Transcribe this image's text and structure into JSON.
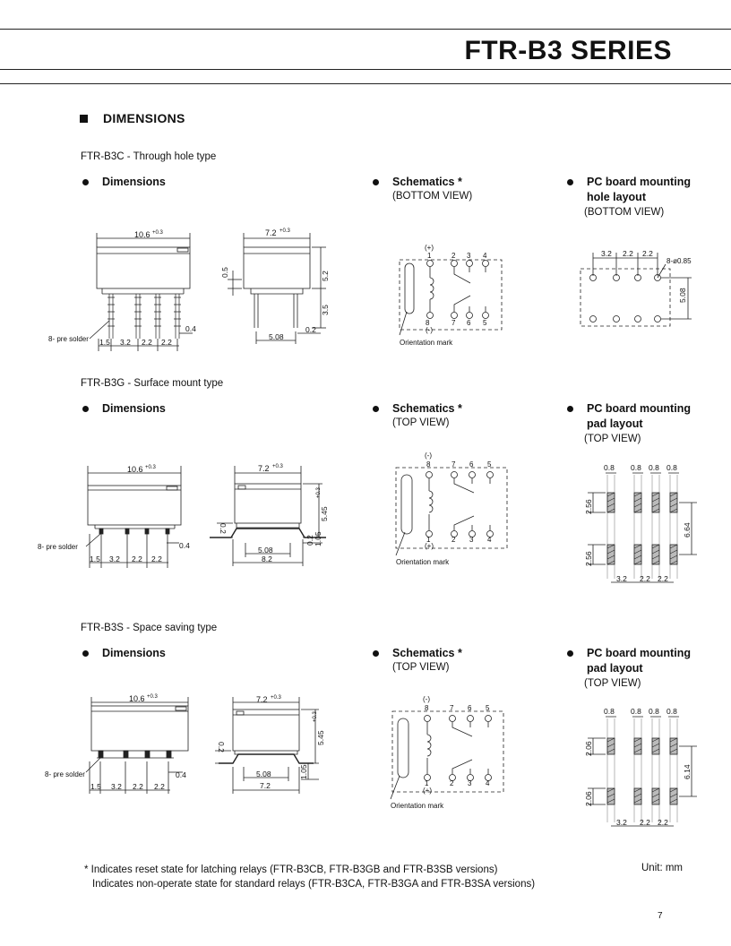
{
  "header": {
    "title": "FTR-B3 SERIES"
  },
  "section": {
    "title": "DIMENSIONS"
  },
  "common": {
    "dimensions": "Dimensions",
    "schematics": "Schematics *",
    "pcb_line1": "PC board mounting",
    "pcb_line2_hole": "hole layout",
    "pcb_line2_pad": "pad layout",
    "orientation": "Orientation mark",
    "pre_solder": "8- pre solder"
  },
  "b3c": {
    "label": "FTR-B3C - Through hole type",
    "sch_view": "(BOTTOM VIEW)",
    "pcb_view": "(BOTTOM VIEW)",
    "front": {
      "width": "10.6",
      "tol": "+0.3",
      "d1": "1.5",
      "d2": "3.2",
      "d3": "2.2",
      "d4": "2.2",
      "d5": "0.4"
    },
    "side": {
      "width": "7.2",
      "tol": "+0.3",
      "h1": "0.5",
      "h2": "5.2",
      "h3": "3.5",
      "d1": "5.08",
      "d2": "0.2"
    },
    "sch": {
      "plus": "(+)",
      "minus": "(-)",
      "p1": "1",
      "p2": "2",
      "p3": "3",
      "p4": "4",
      "p5": "5",
      "p6": "6",
      "p7": "7",
      "p8": "8"
    },
    "pcb": {
      "d1": "3.2",
      "d2": "2.2",
      "d3": "2.2",
      "hole": "8-ø0.85",
      "h": "5.08"
    }
  },
  "b3g": {
    "label": "FTR-B3G - Surface mount type",
    "sch_view": "(TOP VIEW)",
    "pcb_view": "(TOP VIEW)",
    "front": {
      "width": "10.6",
      "tol": "+0.3",
      "d1": "1.5",
      "d2": "3.2",
      "d3": "2.2",
      "d4": "2.2",
      "d5": "0.4"
    },
    "side": {
      "width": "7.2",
      "tol": "+0.3",
      "h1": "0.2",
      "h2": "5.45",
      "h2tol": "+0.3",
      "h3": "0.2",
      "h4": "1.05",
      "d1": "5.08",
      "d2": "8.2"
    },
    "sch": {
      "plus": "(+)",
      "minus": "(-)",
      "p1": "1",
      "p2": "2",
      "p3": "3",
      "p4": "4",
      "p5": "5",
      "p6": "6",
      "p7": "7",
      "p8": "8"
    },
    "pcb": {
      "w": "0.8",
      "v1": "2.56",
      "v2": "2.56",
      "h": "6.64",
      "d1": "3.2",
      "d2": "2.2",
      "d3": "2.2"
    }
  },
  "b3s": {
    "label": "FTR-B3S - Space saving type",
    "sch_view": "(TOP VIEW)",
    "pcb_view": "(TOP VIEW)",
    "front": {
      "width": "10.6",
      "tol": "+0.3",
      "d1": "1.5",
      "d2": "3.2",
      "d3": "2.2",
      "d4": "2.2",
      "d5": "0.4"
    },
    "side": {
      "width": "7.2",
      "tol": "+0.3",
      "h1": "0.2",
      "h2": "5.45",
      "h2tol": "+0.3",
      "h4": "1.05",
      "d1": "5.08",
      "d2": "7.2"
    },
    "sch": {
      "plus": "(+)",
      "minus": "(-)",
      "p1": "1",
      "p2": "2",
      "p3": "3",
      "p4": "4",
      "p5": "5",
      "p6": "6",
      "p7": "7",
      "p8": "8"
    },
    "pcb": {
      "w": "0.8",
      "v1": "2.06",
      "v2": "2.06",
      "h": "6.14",
      "d1": "3.2",
      "d2": "2.2",
      "d3": "2.2"
    }
  },
  "footer": {
    "note1": "* Indicates reset state for latching relays (FTR-B3CB, FTR-B3GB and FTR-B3SB versions)",
    "note2": "Indicates non-operate state for standard relays (FTR-B3CA, FTR-B3GA and  FTR-B3SA versions)",
    "unit": "Unit: mm",
    "page": "7"
  }
}
